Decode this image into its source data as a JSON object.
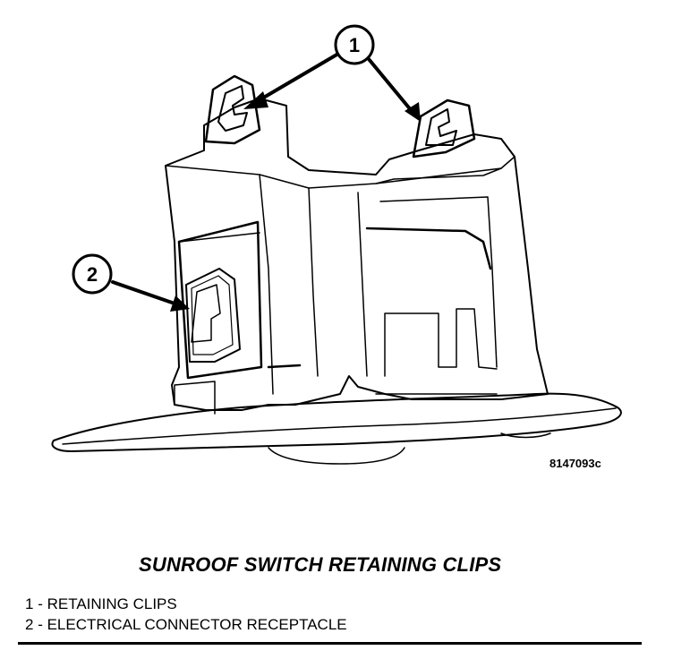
{
  "figure": {
    "id_label": "8147093c",
    "title": "SUNROOF SWITCH RETAINING CLIPS"
  },
  "callouts": [
    {
      "number": "1"
    },
    {
      "number": "2"
    }
  ],
  "legend": [
    {
      "number": "1",
      "separator": " - ",
      "text": "RETAINING CLIPS"
    },
    {
      "number": "2",
      "separator": " - ",
      "text": "ELECTRICAL CONNECTOR RECEPTACLE"
    }
  ]
}
